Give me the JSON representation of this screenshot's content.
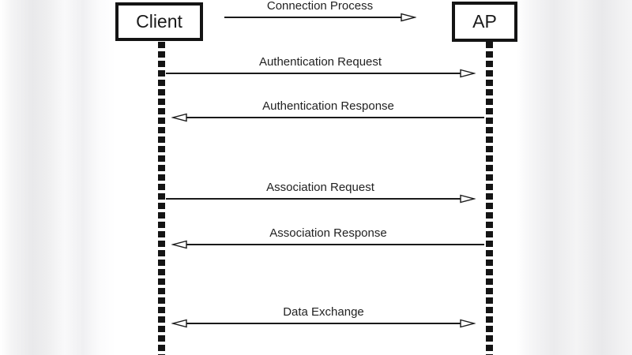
{
  "diagram": {
    "type": "sequence",
    "actors": [
      {
        "id": "client",
        "label": "Client"
      },
      {
        "id": "ap",
        "label": "AP"
      }
    ],
    "messages": [
      {
        "label": "Connection Process",
        "from": "Client",
        "to": "AP",
        "direction": "right"
      },
      {
        "label": "Authentication Request",
        "from": "Client",
        "to": "AP",
        "direction": "right"
      },
      {
        "label": "Authentication Response",
        "from": "AP",
        "to": "Client",
        "direction": "left"
      },
      {
        "label": "Association Request",
        "from": "Client",
        "to": "AP",
        "direction": "right"
      },
      {
        "label": "Association Response",
        "from": "AP",
        "to": "Client",
        "direction": "left"
      },
      {
        "label": "Data Exchange",
        "from": "Client",
        "to": "AP",
        "direction": "both"
      }
    ],
    "colors": {
      "line": "#1a1a1a",
      "box_border": "#141414",
      "label_text": "#222222",
      "background": "#ffffff",
      "edge_blur_gray": "#e9e9eb"
    }
  }
}
